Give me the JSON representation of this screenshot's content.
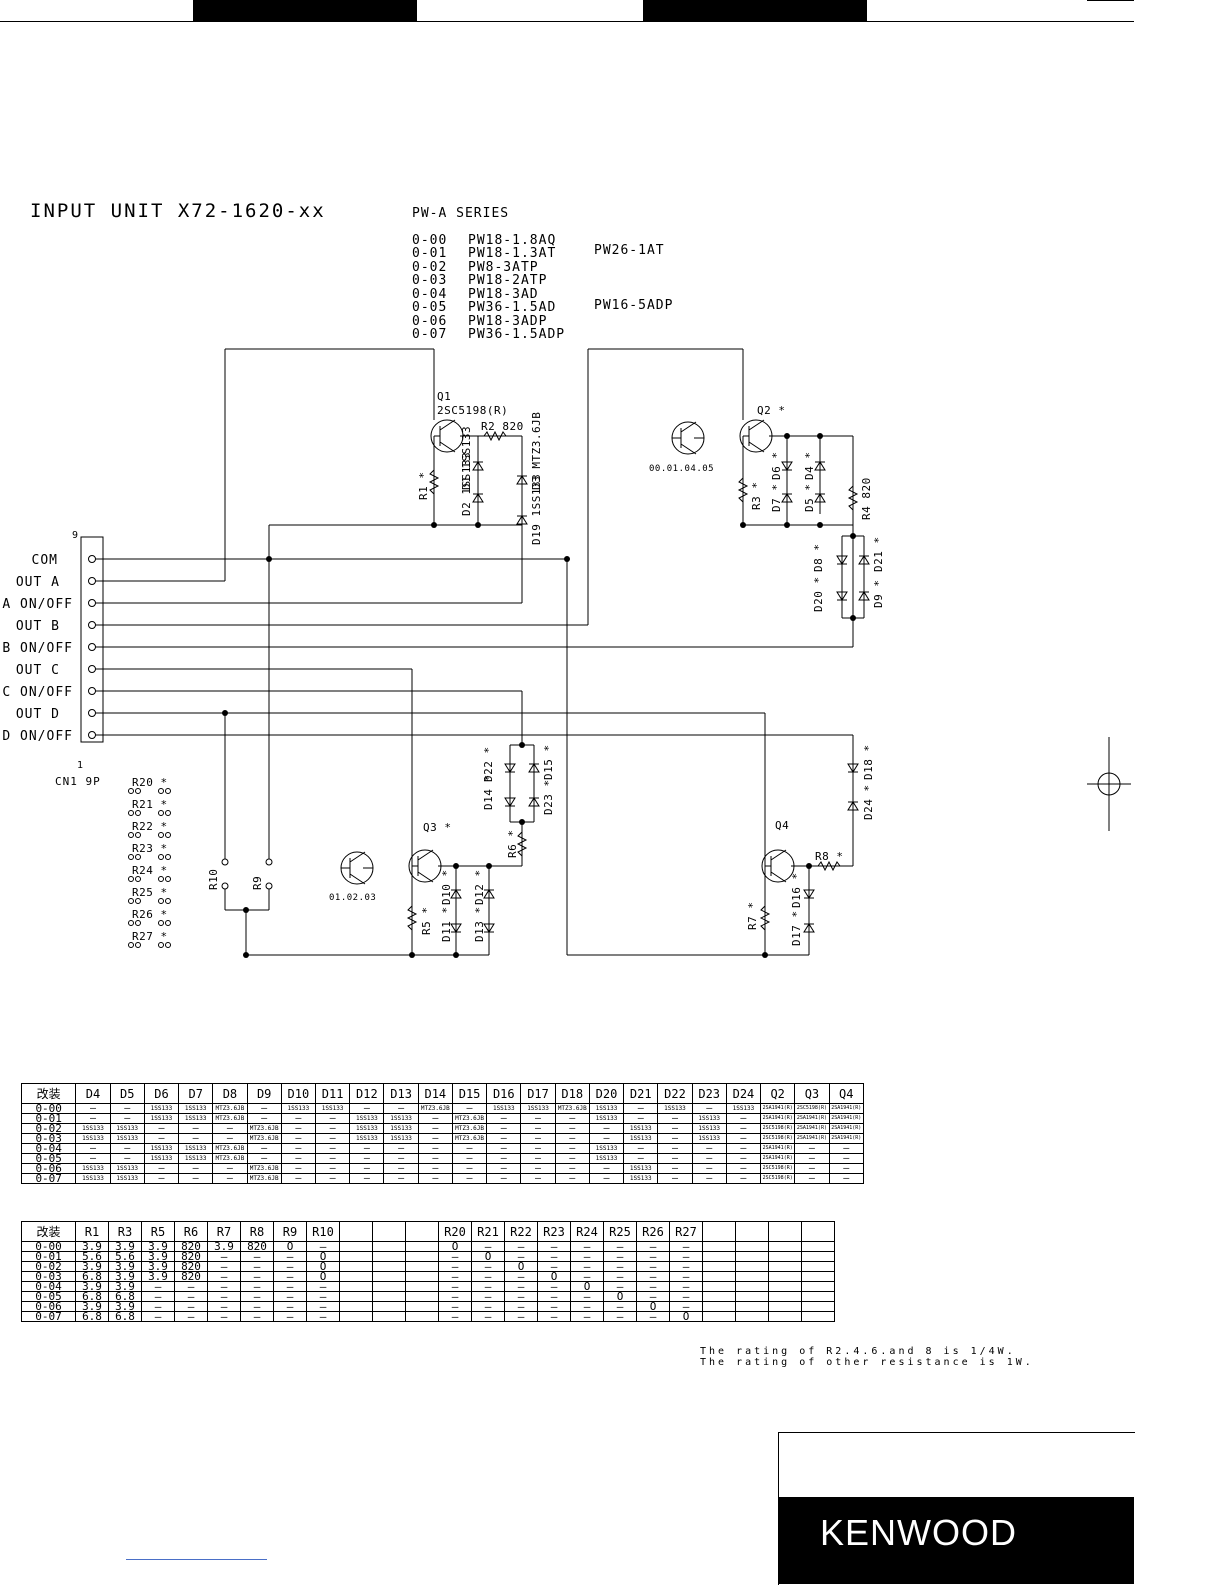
{
  "title": "INPUT UNIT X72-1620-xx",
  "series_label": "PW-A SERIES",
  "variants": [
    {
      "code": "0-00",
      "model": "PW18-1.8AQ",
      "alt": ""
    },
    {
      "code": "0-01",
      "model": "PW18-1.3AT",
      "alt": "PW26-1AT"
    },
    {
      "code": "0-02",
      "model": "PW8-3ATP",
      "alt": ""
    },
    {
      "code": "0-03",
      "model": "PW18-2ATP",
      "alt": ""
    },
    {
      "code": "0-04",
      "model": "PW18-3AD",
      "alt": ""
    },
    {
      "code": "0-05",
      "model": "PW36-1.5AD",
      "alt": "PW16-5ADP"
    },
    {
      "code": "0-06",
      "model": "PW18-3ADP",
      "alt": ""
    },
    {
      "code": "0-07",
      "model": "PW36-1.5ADP",
      "alt": ""
    }
  ],
  "connector": {
    "pin_top": "9",
    "pin_bottom": "1",
    "name": "CN1 9P",
    "pins": [
      "COM",
      "OUT A",
      "A ON/OFF",
      "OUT B",
      "B ON/OFF",
      "OUT C",
      "C ON/OFF",
      "OUT D",
      "D ON/OFF"
    ]
  },
  "components": {
    "q1": "Q1",
    "q1_part": "2SC5198(R)",
    "q2": "Q2 *",
    "q3": "Q3 *",
    "q4": "Q4",
    "r1": "R1 *",
    "r2": "R2 820",
    "r3": "R3 *",
    "r4": "R4 820",
    "r5": "R5 *",
    "r6": "R6 *",
    "r7": "R7 *",
    "r8": "R8 *",
    "r9": "R9",
    "r10": "R10",
    "d1": "D1 1SS133",
    "d2": "D2 1SS133",
    "d3": "D3 MTZ3.6JB",
    "d19": "D19 1SS133",
    "d4": "D4 *",
    "d5": "D5 *",
    "d6": "D6 *",
    "d7": "D7 *",
    "d8": "D8 *",
    "d9": "D9 *",
    "d20": "D20 *",
    "d21": "D21 *",
    "d10": "D10 *",
    "d11": "D11 *",
    "d12": "D12 *",
    "d13": "D13 *",
    "d14": "D14 *",
    "d15": "D15 *",
    "d22": "D22 *",
    "d23": "D23 *",
    "d16": "D16 *",
    "d17": "D17 *",
    "d18": "D18 *",
    "d24": "D24 *",
    "trans_a_label": "00.01.04.05",
    "trans_b_label": "01.02.03",
    "jumpers": [
      "R20 *",
      "R21 *",
      "R22 *",
      "R23 *",
      "R24 *",
      "R25 *",
      "R26 *",
      "R27 *"
    ]
  },
  "table1": {
    "headers": [
      "改装",
      "D4",
      "D5",
      "D6",
      "D7",
      "D8",
      "D9",
      "D10",
      "D11",
      "D12",
      "D13",
      "D14",
      "D15",
      "D16",
      "D17",
      "D18",
      "D20",
      "D21",
      "D22",
      "D23",
      "D24",
      "Q2",
      "Q3",
      "Q4"
    ],
    "rows": [
      [
        "0-00",
        "–",
        "–",
        "1SS133",
        "1SS133",
        "MTZ3.6JB",
        "–",
        "1SS133",
        "1SS133",
        "–",
        "–",
        "MTZ3.6JB",
        "–",
        "1SS133",
        "1SS133",
        "MTZ3.6JB",
        "1SS133",
        "–",
        "1SS133",
        "–",
        "1SS133",
        "2SA1941(R)",
        "2SC5198(R)",
        "2SA1941(R)"
      ],
      [
        "0-01",
        "–",
        "–",
        "1SS133",
        "1SS133",
        "MTZ3.6JB",
        "–",
        "–",
        "–",
        "1SS133",
        "1SS133",
        "–",
        "MTZ3.6JB",
        "–",
        "–",
        "–",
        "1SS133",
        "–",
        "–",
        "1SS133",
        "–",
        "2SA1941(R)",
        "2SA1941(R)",
        "2SA1941(R)"
      ],
      [
        "0-02",
        "1SS133",
        "1SS133",
        "–",
        "–",
        "–",
        "MTZ3.6JB",
        "–",
        "–",
        "1SS133",
        "1SS133",
        "–",
        "MTZ3.6JB",
        "–",
        "–",
        "–",
        "–",
        "1SS133",
        "–",
        "1SS133",
        "–",
        "2SC5198(R)",
        "2SA1941(R)",
        "2SA1941(R)"
      ],
      [
        "0-03",
        "1SS133",
        "1SS133",
        "–",
        "–",
        "–",
        "MTZ3.6JB",
        "–",
        "–",
        "1SS133",
        "1SS133",
        "–",
        "MTZ3.6JB",
        "–",
        "–",
        "–",
        "–",
        "1SS133",
        "–",
        "1SS133",
        "–",
        "2SC5198(R)",
        "2SA1941(R)",
        "2SA1941(R)"
      ],
      [
        "0-04",
        "–",
        "–",
        "1SS133",
        "1SS133",
        "MTZ3.6JB",
        "–",
        "–",
        "–",
        "–",
        "–",
        "–",
        "–",
        "–",
        "–",
        "–",
        "1SS133",
        "–",
        "–",
        "–",
        "–",
        "2SA1941(R)",
        "–",
        "–"
      ],
      [
        "0-05",
        "–",
        "–",
        "1SS133",
        "1SS133",
        "MTZ3.6JB",
        "–",
        "–",
        "–",
        "–",
        "–",
        "–",
        "–",
        "–",
        "–",
        "–",
        "1SS133",
        "–",
        "–",
        "–",
        "–",
        "2SA1941(R)",
        "–",
        "–"
      ],
      [
        "0-06",
        "1SS133",
        "1SS133",
        "–",
        "–",
        "–",
        "MTZ3.6JB",
        "–",
        "–",
        "–",
        "–",
        "–",
        "–",
        "–",
        "–",
        "–",
        "–",
        "1SS133",
        "–",
        "–",
        "–",
        "2SC5198(R)",
        "–",
        "–"
      ],
      [
        "0-07",
        "1SS133",
        "1SS133",
        "–",
        "–",
        "–",
        "MTZ3.6JB",
        "–",
        "–",
        "–",
        "–",
        "–",
        "–",
        "–",
        "–",
        "–",
        "–",
        "1SS133",
        "–",
        "–",
        "–",
        "2SC5198(R)",
        "–",
        "–"
      ]
    ]
  },
  "table2": {
    "headers": [
      "改装",
      "R1",
      "R3",
      "R5",
      "R6",
      "R7",
      "R8",
      "R9",
      "R10",
      "",
      "",
      "",
      "R20",
      "R21",
      "R22",
      "R23",
      "R24",
      "R25",
      "R26",
      "R27",
      "",
      "",
      "",
      ""
    ],
    "rows": [
      [
        "0-00",
        "3.9",
        "3.9",
        "3.9",
        "820",
        "3.9",
        "820",
        "O",
        "–",
        "",
        "",
        "",
        "O",
        "–",
        "–",
        "–",
        "–",
        "–",
        "–",
        "–",
        "",
        "",
        "",
        ""
      ],
      [
        "0-01",
        "5.6",
        "5.6",
        "3.9",
        "820",
        "–",
        "–",
        "–",
        "O",
        "",
        "",
        "",
        "–",
        "O",
        "–",
        "–",
        "–",
        "–",
        "–",
        "–",
        "",
        "",
        "",
        ""
      ],
      [
        "0-02",
        "3.9",
        "3.9",
        "3.9",
        "820",
        "–",
        "–",
        "–",
        "O",
        "",
        "",
        "",
        "–",
        "–",
        "O",
        "–",
        "–",
        "–",
        "–",
        "–",
        "",
        "",
        "",
        ""
      ],
      [
        "0-03",
        "6.8",
        "3.9",
        "3.9",
        "820",
        "–",
        "–",
        "–",
        "O",
        "",
        "",
        "",
        "–",
        "–",
        "–",
        "O",
        "–",
        "–",
        "–",
        "–",
        "",
        "",
        "",
        ""
      ],
      [
        "0-04",
        "3.9",
        "3.9",
        "–",
        "–",
        "–",
        "–",
        "–",
        "–",
        "",
        "",
        "",
        "–",
        "–",
        "–",
        "–",
        "O",
        "–",
        "–",
        "–",
        "",
        "",
        "",
        ""
      ],
      [
        "0-05",
        "6.8",
        "6.8",
        "–",
        "–",
        "–",
        "–",
        "–",
        "–",
        "",
        "",
        "",
        "–",
        "–",
        "–",
        "–",
        "–",
        "O",
        "–",
        "–",
        "",
        "",
        "",
        ""
      ],
      [
        "0-06",
        "3.9",
        "3.9",
        "–",
        "–",
        "–",
        "–",
        "–",
        "–",
        "",
        "",
        "",
        "–",
        "–",
        "–",
        "–",
        "–",
        "–",
        "O",
        "–",
        "",
        "",
        "",
        ""
      ],
      [
        "0-07",
        "6.8",
        "6.8",
        "–",
        "–",
        "–",
        "–",
        "–",
        "–",
        "",
        "",
        "",
        "–",
        "–",
        "–",
        "–",
        "–",
        "–",
        "–",
        "O",
        "",
        "",
        "",
        ""
      ]
    ]
  },
  "notes": [
    "The rating of R2.4.6.and 8 is 1/4W.",
    "The rating of other resistance is 1W."
  ],
  "logo": "KENWOOD"
}
